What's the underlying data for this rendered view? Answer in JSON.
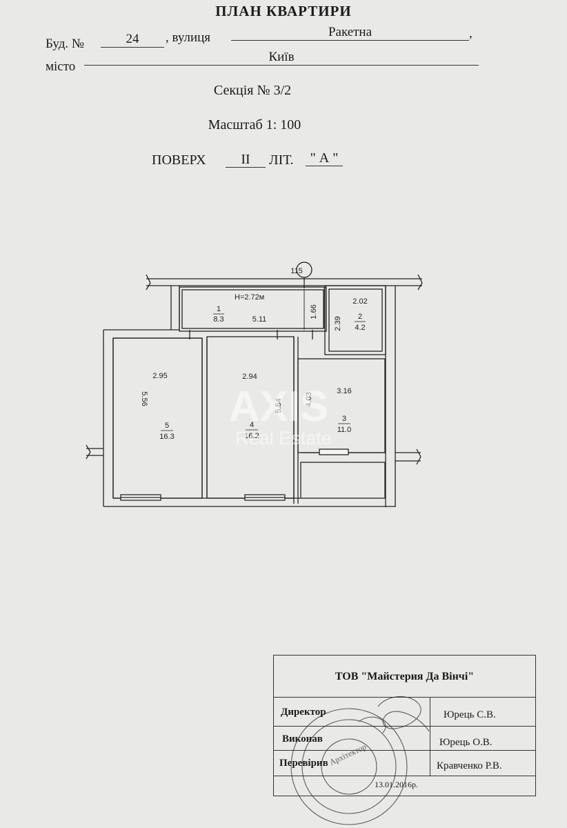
{
  "header": {
    "title": "ПЛАН КВАРТИРИ",
    "building_label": "Буд. №",
    "building_number": "24",
    "street_label": ", вулиця",
    "street": "Ракетна",
    "street_comma": ",",
    "city_label": "місто",
    "city": "Київ",
    "section": "Секція № 3/2",
    "scale": "Масштаб 1: 100",
    "floor_label": "ПОВЕРХ",
    "floor": "II",
    "lit_label": "ЛІТ.",
    "lit": "\" А \""
  },
  "plan": {
    "axis_marker": "115",
    "ceiling_height": "H=2.72м",
    "rooms": [
      {
        "number": "1",
        "area": "8.3"
      },
      {
        "number": "2",
        "area": "4.2"
      },
      {
        "number": "3",
        "area": "11.0"
      },
      {
        "number": "4",
        "area": "16.2"
      },
      {
        "number": "5",
        "area": "16.3"
      }
    ],
    "dimensions": {
      "hall_length": "5.11",
      "hall_width": "1.66",
      "bath_width": "2.02",
      "bath_height": "2.39",
      "room3_width": "3.16",
      "room3_height": "4.03",
      "room4_width": "2.94",
      "room4_height": "5.54",
      "room5_width": "2.95",
      "room5_height": "5.56"
    }
  },
  "watermark": {
    "brand": "AXIS",
    "subtitle": "Real Estate"
  },
  "stamp": {
    "company": "ТОВ \"Майстерия Да Вінчі\"",
    "director_label": "Директор",
    "director_name": "Юрець С.В.",
    "executor_label": "Виконав",
    "executor_name": "Юрець О.В.",
    "checker_label": "Перевірив",
    "checker_name": "Кравченко Р.В.",
    "date": "13.01.2016р.",
    "seal_text": "Архітектор"
  }
}
